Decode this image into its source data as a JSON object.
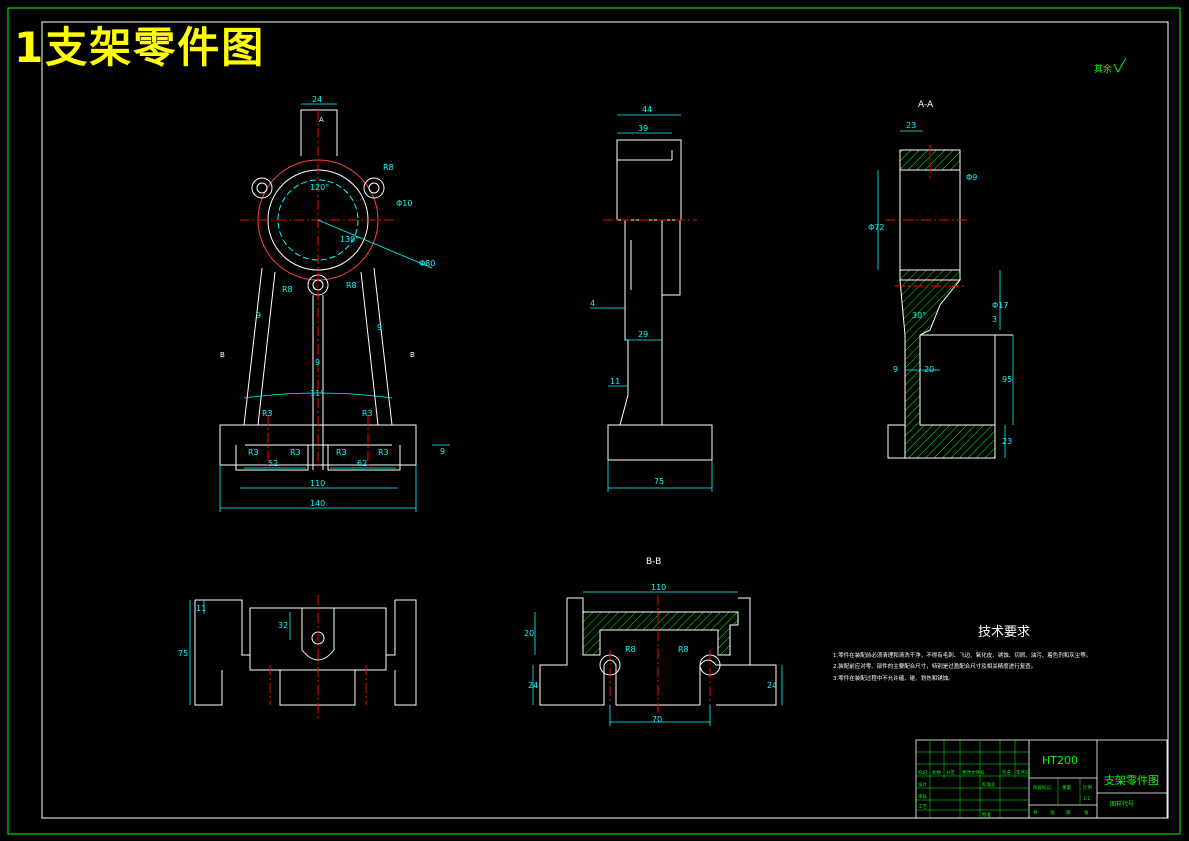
{
  "title": "1支架零件图",
  "roughness_note": "其余",
  "views": {
    "section_aa": "A-A",
    "section_bb": "B-B",
    "mark_a": "A",
    "mark_b": "B"
  },
  "dimensions": {
    "front": [
      "24",
      "120°",
      "R8",
      "Φ10",
      "Φ80",
      "130°",
      "R8",
      "R8",
      "9",
      "9",
      "9",
      "11°",
      "R3",
      "R3",
      "R3",
      "R3",
      "R3",
      "R3",
      "52",
      "62",
      "110",
      "140",
      "9"
    ],
    "side": [
      "44",
      "39",
      "4",
      "29",
      "11",
      "75"
    ],
    "aa": [
      "23",
      "Φ72",
      "Φ9",
      "Φ17",
      "3",
      "30°",
      "9",
      "20",
      "95",
      "23"
    ],
    "bottom": [
      "11",
      "32",
      "75"
    ],
    "bb": [
      "110",
      "20",
      "R8",
      "R8",
      "24",
      "70",
      "24"
    ]
  },
  "tech_requirements": {
    "heading": "技术要求",
    "items": [
      "1.零件在装配前必须清理和清洗干净，不得有毛刺、飞边、氧化皮、锈蚀、切屑、油污、着色剂和灰尘等。",
      "2.装配前应对零、部件的主要配合尺寸，特别是过盈配合尺寸及相关精度进行复查。",
      "3.零件在装配过程中不允许磕、碰、划伤和锈蚀。"
    ]
  },
  "title_block": {
    "material": "HT200",
    "part_name": "支架零件图",
    "drawing_code": "图样代号",
    "cells": [
      "标记",
      "处数",
      "分区",
      "更改文件号",
      "签名",
      "年月日",
      "设计",
      "标准化",
      "审核",
      "工艺",
      "批准",
      "阶段标记",
      "重量",
      "比例",
      "1:1",
      "共",
      "张",
      "第",
      "张"
    ]
  },
  "colors": {
    "background": "#000000",
    "outline": "#ffffff",
    "dimension": "#00ffff",
    "center": "#ff0000",
    "hatch": "#00ff00",
    "title": "#ffff00"
  }
}
